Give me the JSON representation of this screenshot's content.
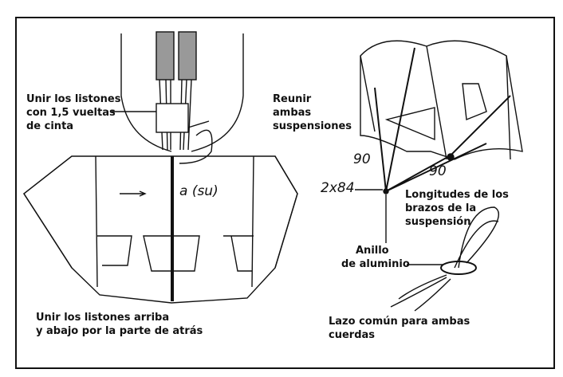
{
  "labels": {
    "unir_cinta": [
      "Unir los listones",
      "con 1,5 vueltas",
      "de cinta"
    ],
    "reunir": [
      "Reunir",
      "ambas",
      "suspensiones"
    ],
    "longitudes": [
      "Longitudes de los",
      "brazos de la",
      "suspensión"
    ],
    "anillo": [
      "Anillo",
      "de aluminio"
    ],
    "unir_arriba": [
      "Unir los listones arriba",
      "y abajo por la parte de atrás"
    ],
    "lazo": [
      "Lazo común para ambas",
      "cuerdas"
    ]
  },
  "annotations": {
    "a_su": "a (su)",
    "len1": "90",
    "len2": "90",
    "len3": "2x84"
  }
}
